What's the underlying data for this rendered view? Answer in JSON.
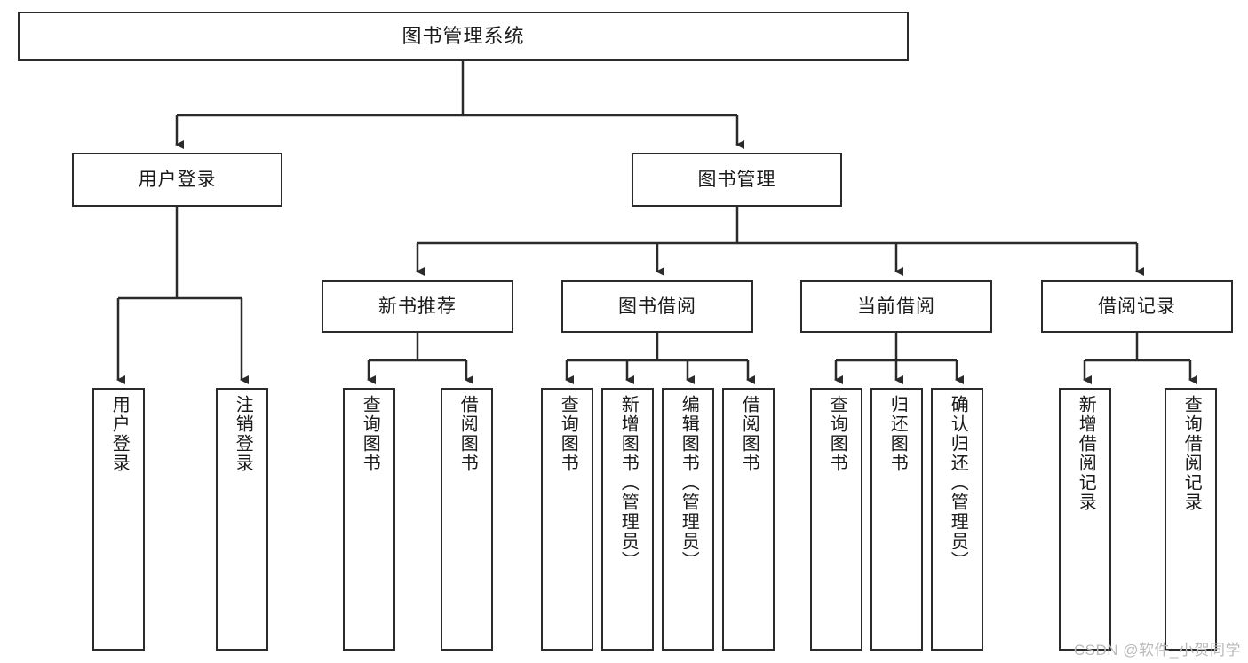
{
  "diagram": {
    "type": "tree-hierarchy",
    "title": "图书管理系统",
    "watermark": "CSDN @软件_小贺同学",
    "colors": {
      "stroke": "#2b2b2b",
      "fill": "#ffffff",
      "text": "#1a1a1a",
      "watermark": "#b9b9b9"
    },
    "nodes": {
      "root": {
        "label": "图书管理系统"
      },
      "level2": [
        {
          "label": "用户登录"
        },
        {
          "label": "图书管理"
        }
      ],
      "level3": [
        {
          "label": "新书推荐"
        },
        {
          "label": "图书借阅"
        },
        {
          "label": "当前借阅"
        },
        {
          "label": "借阅记录"
        }
      ],
      "leaves": {
        "user_login": [
          {
            "label": "用户登录"
          },
          {
            "label": "注销登录"
          }
        ],
        "new_book_recommend": [
          {
            "label": "查询图书"
          },
          {
            "label": "借阅图书"
          }
        ],
        "book_borrow": [
          {
            "label": "查询图书"
          },
          {
            "label": "新增图书（管理员）"
          },
          {
            "label": "编辑图书（管理员）"
          },
          {
            "label": "借阅图书"
          }
        ],
        "current_borrow": [
          {
            "label": "查询图书"
          },
          {
            "label": "归还图书"
          },
          {
            "label": "确认归还（管理员）"
          }
        ],
        "borrow_record": [
          {
            "label": "新增借阅记录"
          },
          {
            "label": "查询借阅记录"
          }
        ]
      }
    }
  }
}
